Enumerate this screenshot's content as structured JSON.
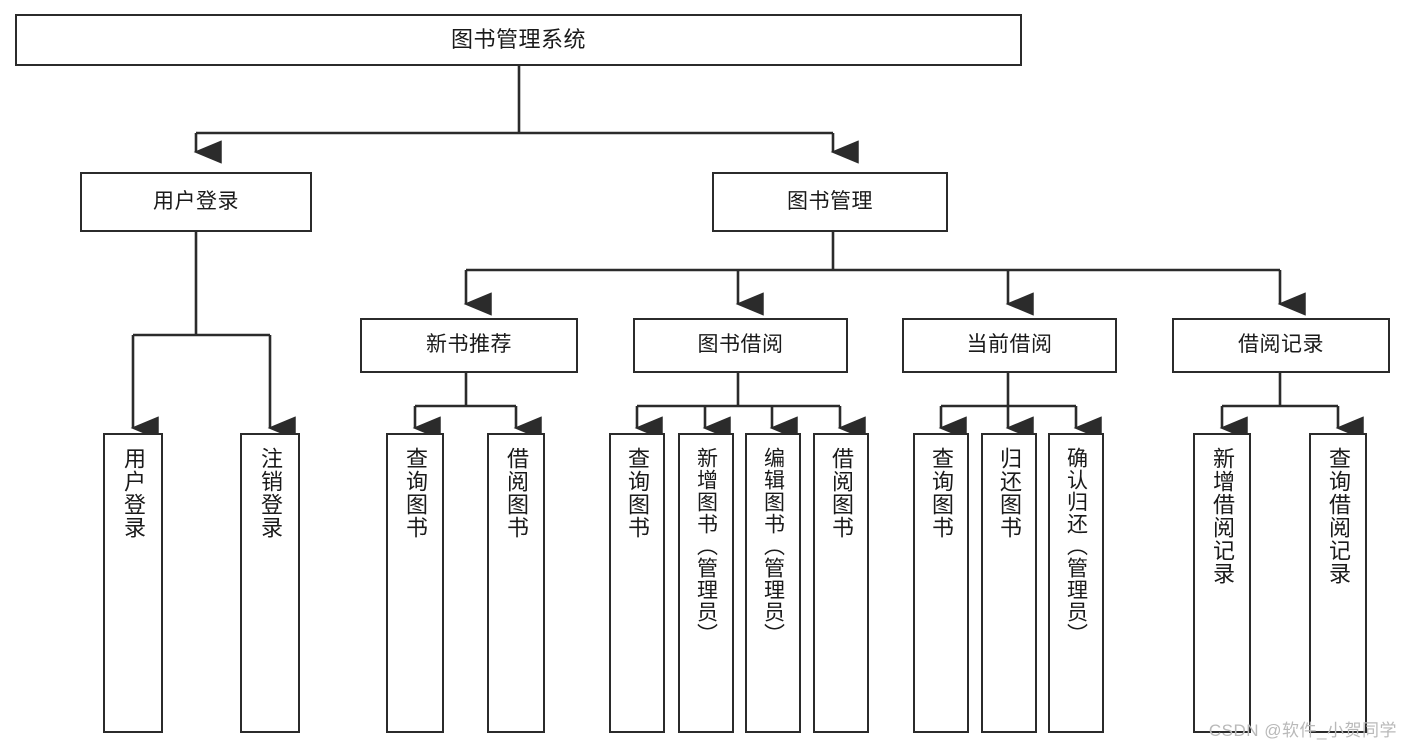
{
  "diagram": {
    "title": "图书管理系统",
    "watermark": "CSDN @软件_小贺同学",
    "stroke_color": "#2b2b2b",
    "background_color": "#ffffff",
    "levels": {
      "root": {
        "label": "图书管理系统"
      },
      "level2": [
        {
          "label": "用户登录"
        },
        {
          "label": "图书管理"
        }
      ],
      "level3": [
        {
          "label": "新书推荐"
        },
        {
          "label": "图书借阅"
        },
        {
          "label": "当前借阅"
        },
        {
          "label": "借阅记录"
        }
      ],
      "leaves": [
        {
          "label": "用户登录",
          "parent": "用户登录"
        },
        {
          "label": "注销登录",
          "parent": "用户登录"
        },
        {
          "label": "查询图书",
          "parent": "新书推荐"
        },
        {
          "label": "借阅图书",
          "parent": "新书推荐"
        },
        {
          "label": "查询图书",
          "parent": "图书借阅"
        },
        {
          "label": "新增图书（管理员）",
          "parent": "图书借阅"
        },
        {
          "label": "编辑图书（管理员）",
          "parent": "图书借阅"
        },
        {
          "label": "借阅图书",
          "parent": "图书借阅"
        },
        {
          "label": "查询图书",
          "parent": "当前借阅"
        },
        {
          "label": "归还图书",
          "parent": "当前借阅"
        },
        {
          "label": "确认归还（管理员）",
          "parent": "当前借阅"
        },
        {
          "label": "新增借阅记录",
          "parent": "借阅记录"
        },
        {
          "label": "查询借阅记录",
          "parent": "借阅记录"
        }
      ]
    }
  }
}
